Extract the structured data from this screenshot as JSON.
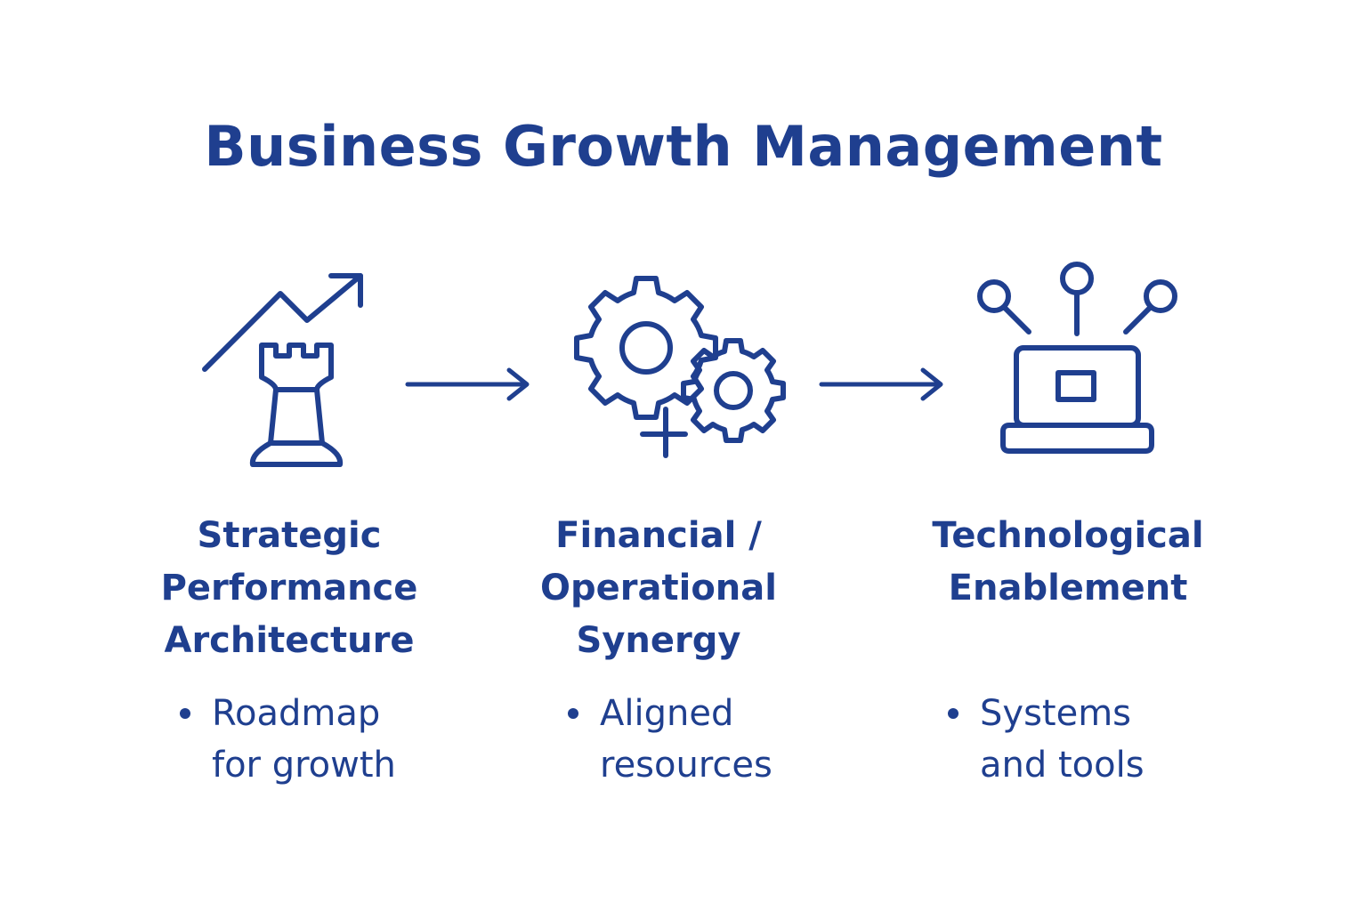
{
  "title": "Business Growth Management",
  "colors": {
    "primary": "#1f3f8f",
    "background": "#ffffff"
  },
  "steps": [
    {
      "icon": "chess-rook-growth-icon",
      "label_lines": [
        "Strategic",
        "Performance",
        "Architecture"
      ],
      "bullet_lines": [
        "Roadmap",
        "for growth"
      ]
    },
    {
      "icon": "gears-icon",
      "label_lines": [
        "Financial /",
        "Operational",
        "Synergy"
      ],
      "bullet_lines": [
        "Aligned",
        "resources"
      ]
    },
    {
      "icon": "laptop-network-icon",
      "label_lines": [
        "Technological",
        "Enablement"
      ],
      "bullet_lines": [
        "Systems",
        "and tools"
      ]
    }
  ],
  "connectors": [
    "arrow-right-icon",
    "arrow-right-icon"
  ]
}
